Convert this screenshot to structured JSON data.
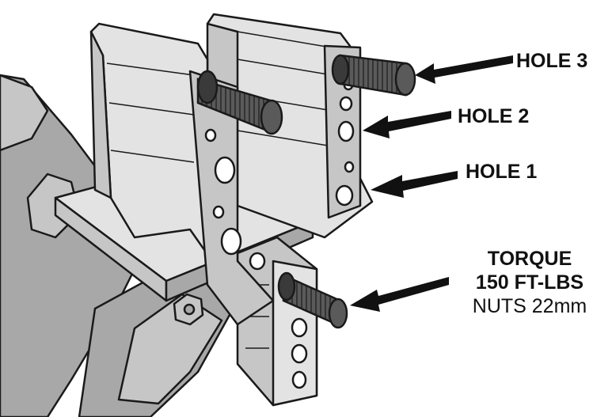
{
  "labels": {
    "hole_3": "HOLE 3",
    "hole_2": "HOLE 2",
    "hole_1": "HOLE 1",
    "torque_title": "TORQUE",
    "torque_value": "150 FT-LBS",
    "nut_size": "NUTS 22mm"
  },
  "colors": {
    "metal_light": "#e3e3e3",
    "metal_mid": "#c6c6c6",
    "metal_dark": "#a8a8a8",
    "stud": "#5a5a5a",
    "outline": "#1a1a1a",
    "arrow": "#111111"
  }
}
